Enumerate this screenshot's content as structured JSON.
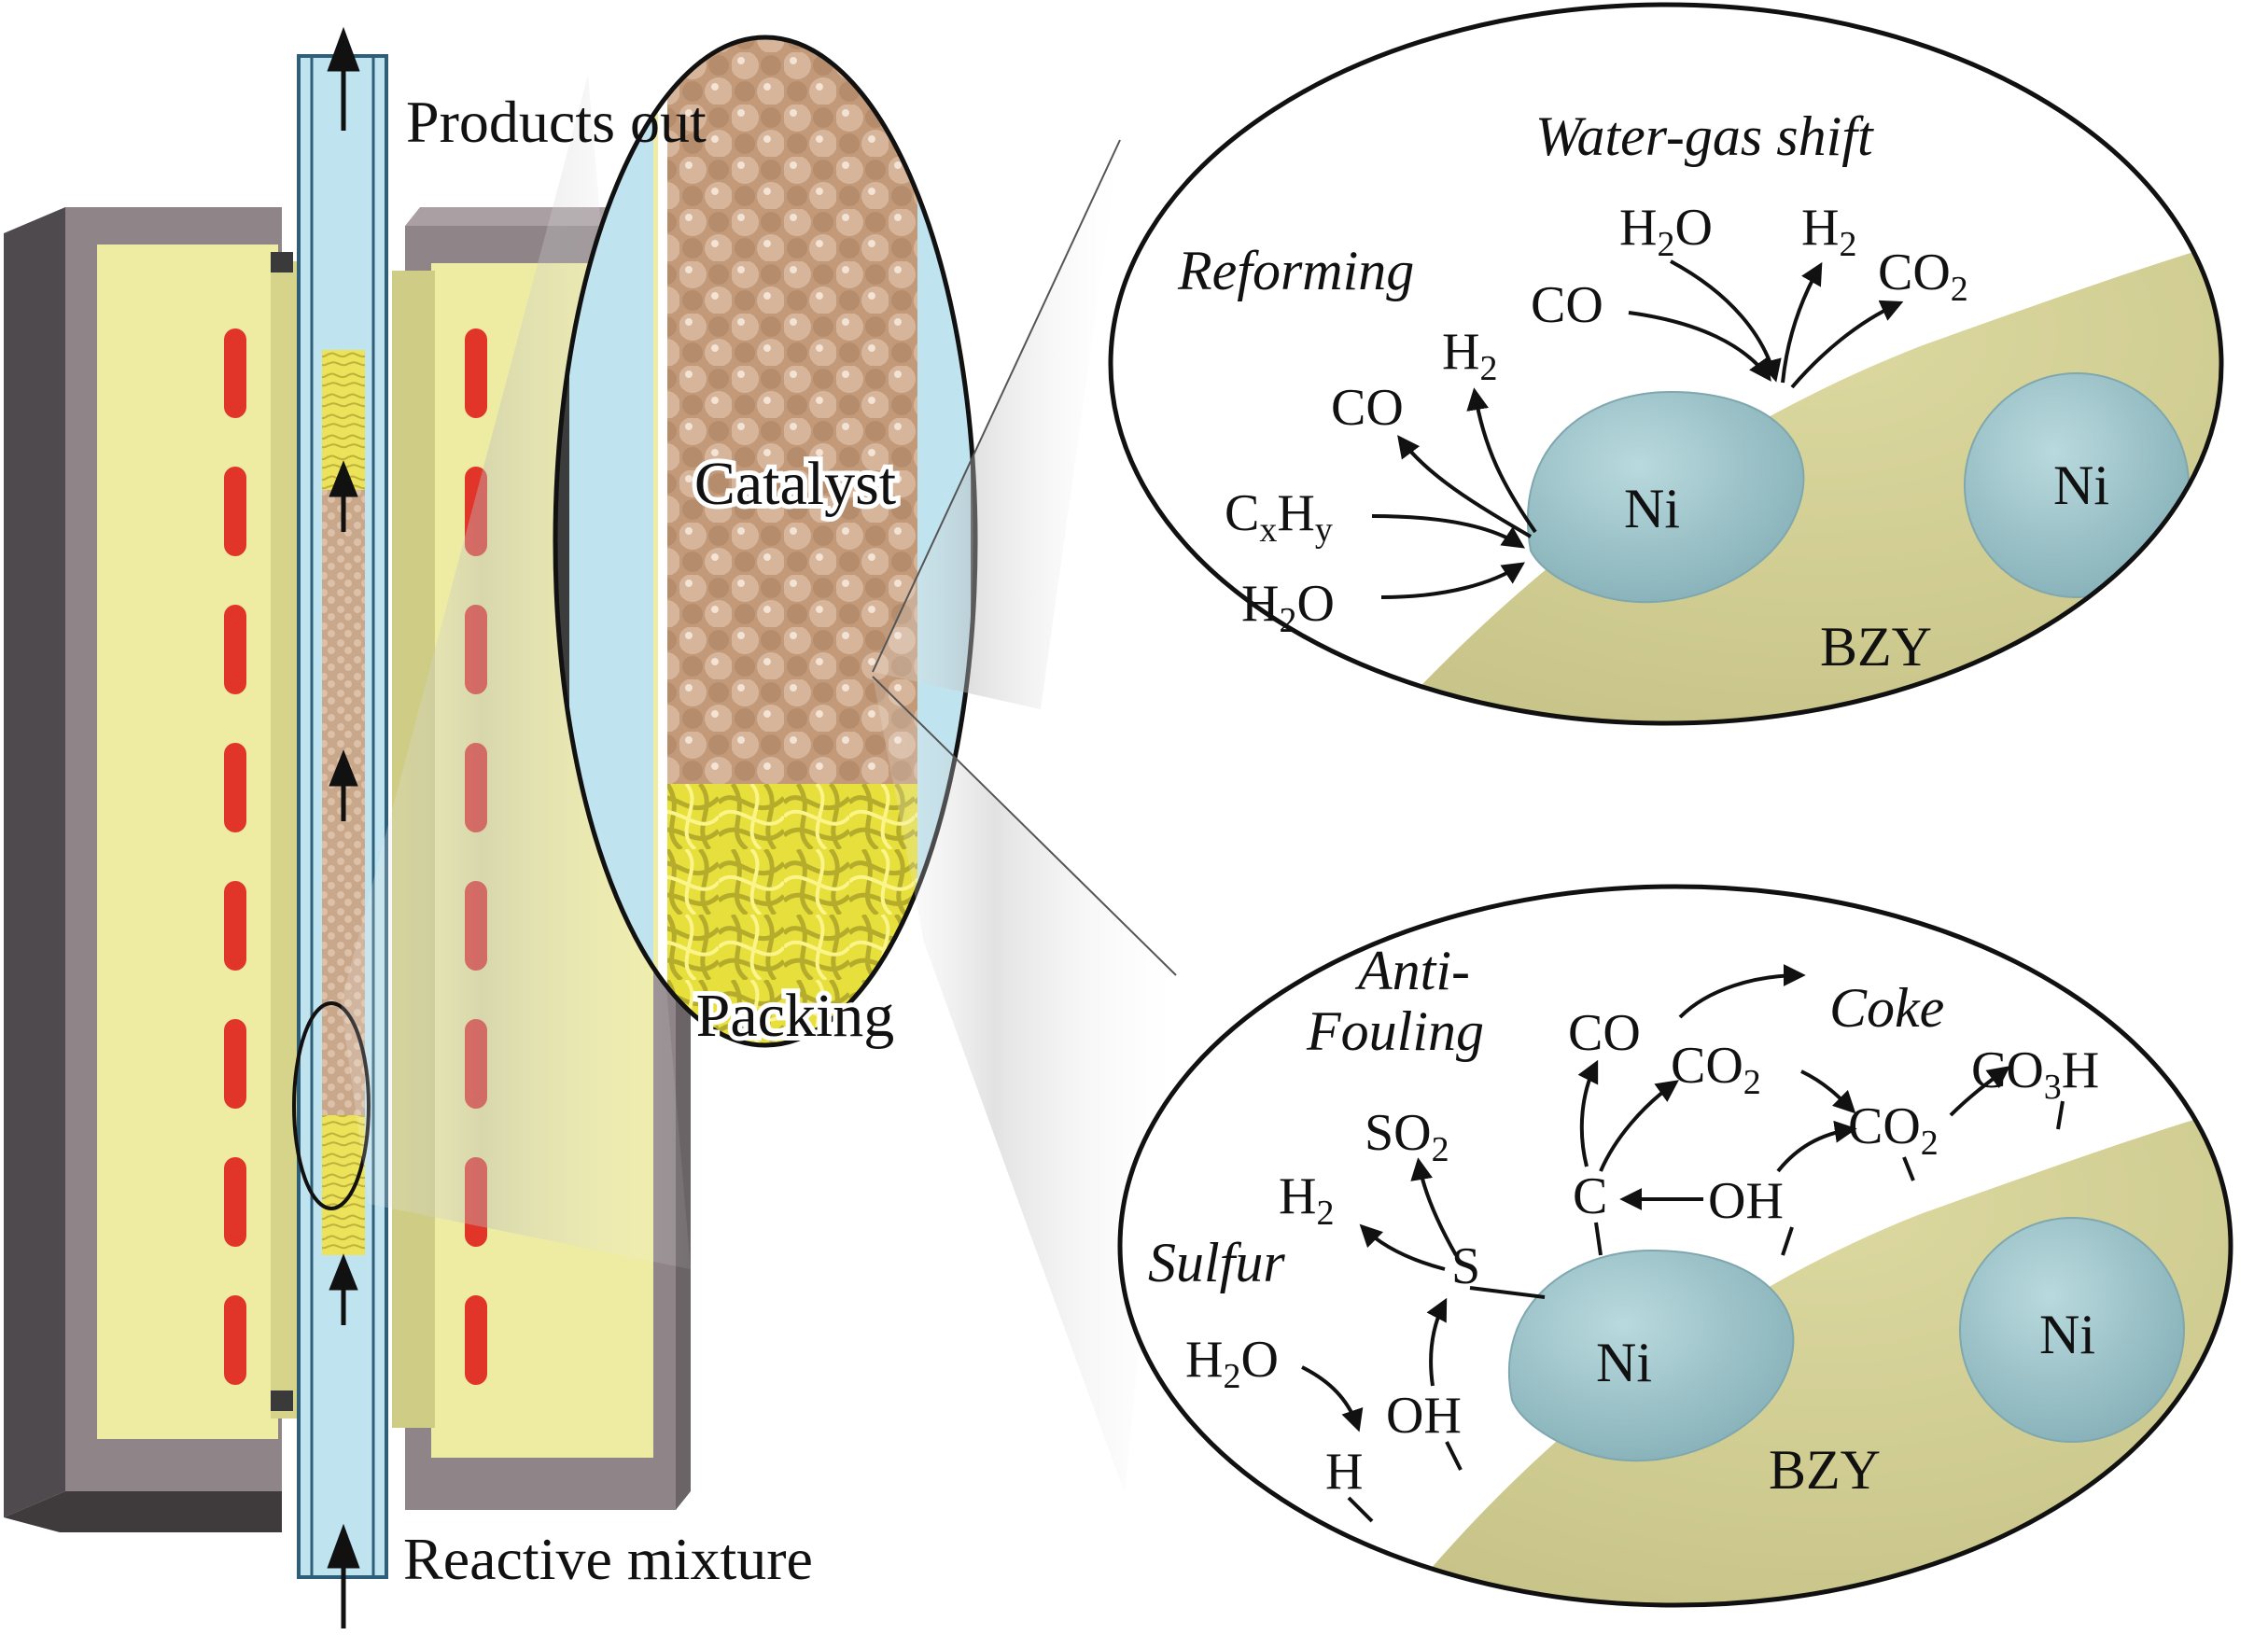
{
  "labels": {
    "products_out": "Products out",
    "reactive_mixture": "Reactive mixture",
    "catalyst": "Catalyst",
    "packing": "Packing"
  },
  "top_detail": {
    "reforming": "Reforming",
    "water_gas_shift": "Water-gas shift",
    "cxhy_c": "C",
    "cxhy_x": "x",
    "cxhy_h": "H",
    "cxhy_y": "y",
    "h2o_a_h": "H",
    "h2o_a_2": "2",
    "h2o_a_o": "O",
    "co_a": "CO",
    "h2_a_h": "H",
    "h2_a_2": "2",
    "co_b": "CO",
    "h2o_b_h": "H",
    "h2o_b_2": "2",
    "h2o_b_o": "O",
    "h2_b_h": "H",
    "h2_b_2": "2",
    "co2_a_co": "CO",
    "co2_a_2": "2",
    "ni_1": "Ni",
    "ni_2": "Ni",
    "bzy": "BZY"
  },
  "bottom_detail": {
    "anti_1": "Anti-",
    "anti_2": "Fouling",
    "coke": "Coke",
    "sulfur": "Sulfur",
    "co": "CO",
    "co2_a_co": "CO",
    "co2_a_2": "2",
    "co2_b_co": "CO",
    "co2_b_2": "2",
    "co3h_co": "CO",
    "co3h_3": "3",
    "co3h_h": "H",
    "c": "C",
    "oh_a": "OH",
    "so2_so": "SO",
    "so2_2": "2",
    "h2_h": "H",
    "h2_2": "2",
    "s": "S",
    "h2o_h": "H",
    "h2o_2": "2",
    "h2o_o": "O",
    "oh_b": "OH",
    "h": "H",
    "ni_1": "Ni",
    "ni_2": "Ni",
    "bzy": "BZY"
  },
  "colors": {
    "housing": "#5b5659",
    "insulation": "#efeda2",
    "heater": "#e2352a",
    "tube": "#bfe3ef",
    "catalyst": "#c9a384",
    "packing": "#efe640",
    "ni": "#9ec4cb",
    "bzy": "#d8d596"
  }
}
